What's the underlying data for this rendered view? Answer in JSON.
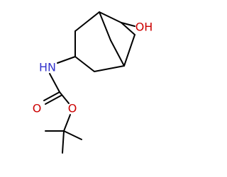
{
  "molecule": {
    "colors": {
      "bond": "#000000",
      "nitrogen": "#3333cc",
      "oxygen": "#cc0000"
    },
    "labels": {
      "hydroxyl": "OH",
      "amine": "HN",
      "carbonyl_oxygen": "O",
      "ester_oxygen": "O"
    }
  }
}
